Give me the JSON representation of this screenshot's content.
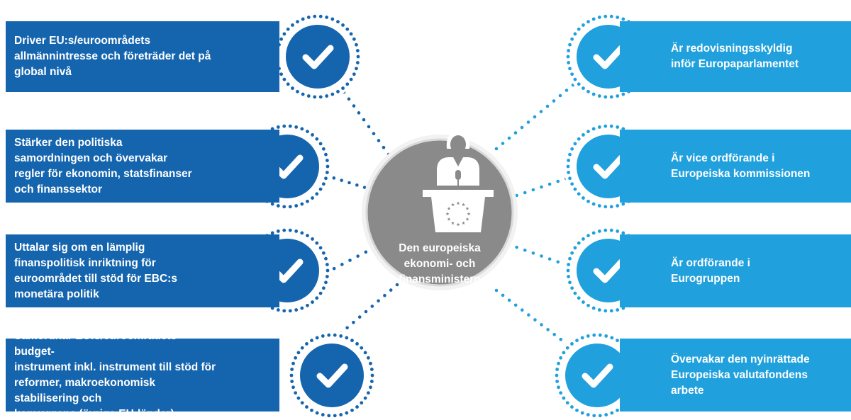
{
  "colors": {
    "dark_blue": "#1565ae",
    "light_blue": "#20a0dd",
    "center_gray": "#8a8a8a",
    "check_white": "#ffffff"
  },
  "center": {
    "label": "Den europeiska\nekonomi- och\nfinansministern",
    "icon": "minister-at-podium-icon",
    "emblem": "eu-stars-icon"
  },
  "left_items": [
    {
      "text": "Driver EU:s/euroområdets\nallmännintresse och företräder det på\nglobal nivå",
      "icon": "checkmark-icon"
    },
    {
      "text": "Stärker den politiska\nsamordningen och övervakar\nregler för ekonomin, statsfinanser\noch finanssektor",
      "icon": "checkmark-icon"
    },
    {
      "text": "Uttalar sig om en lämplig\nfinanspolitisk inriktning för\neuroområdet till stöd för EBC:s\nmonetära politik",
      "icon": "checkmark-icon"
    },
    {
      "text": "Samordnar EU:s/euroområdets budget-\ninstrument inkl. instrument till stöd för\nreformer, makroekonomisk stabilisering och\nkonvergens  (övriga EU-länder)",
      "icon": "checkmark-icon"
    }
  ],
  "right_items": [
    {
      "text": "Är redovisningsskyldig\ninför Europaparlamentet",
      "icon": "checkmark-icon"
    },
    {
      "text": "Är vice ordförande i\nEuropeiska kommissionen",
      "icon": "checkmark-icon"
    },
    {
      "text": "Är ordförande i\nEurogruppen",
      "icon": "checkmark-icon"
    },
    {
      "text": "Övervakar den nyinrättade\nEuropeiska valutafondens\narbete",
      "icon": "checkmark-icon"
    }
  ]
}
